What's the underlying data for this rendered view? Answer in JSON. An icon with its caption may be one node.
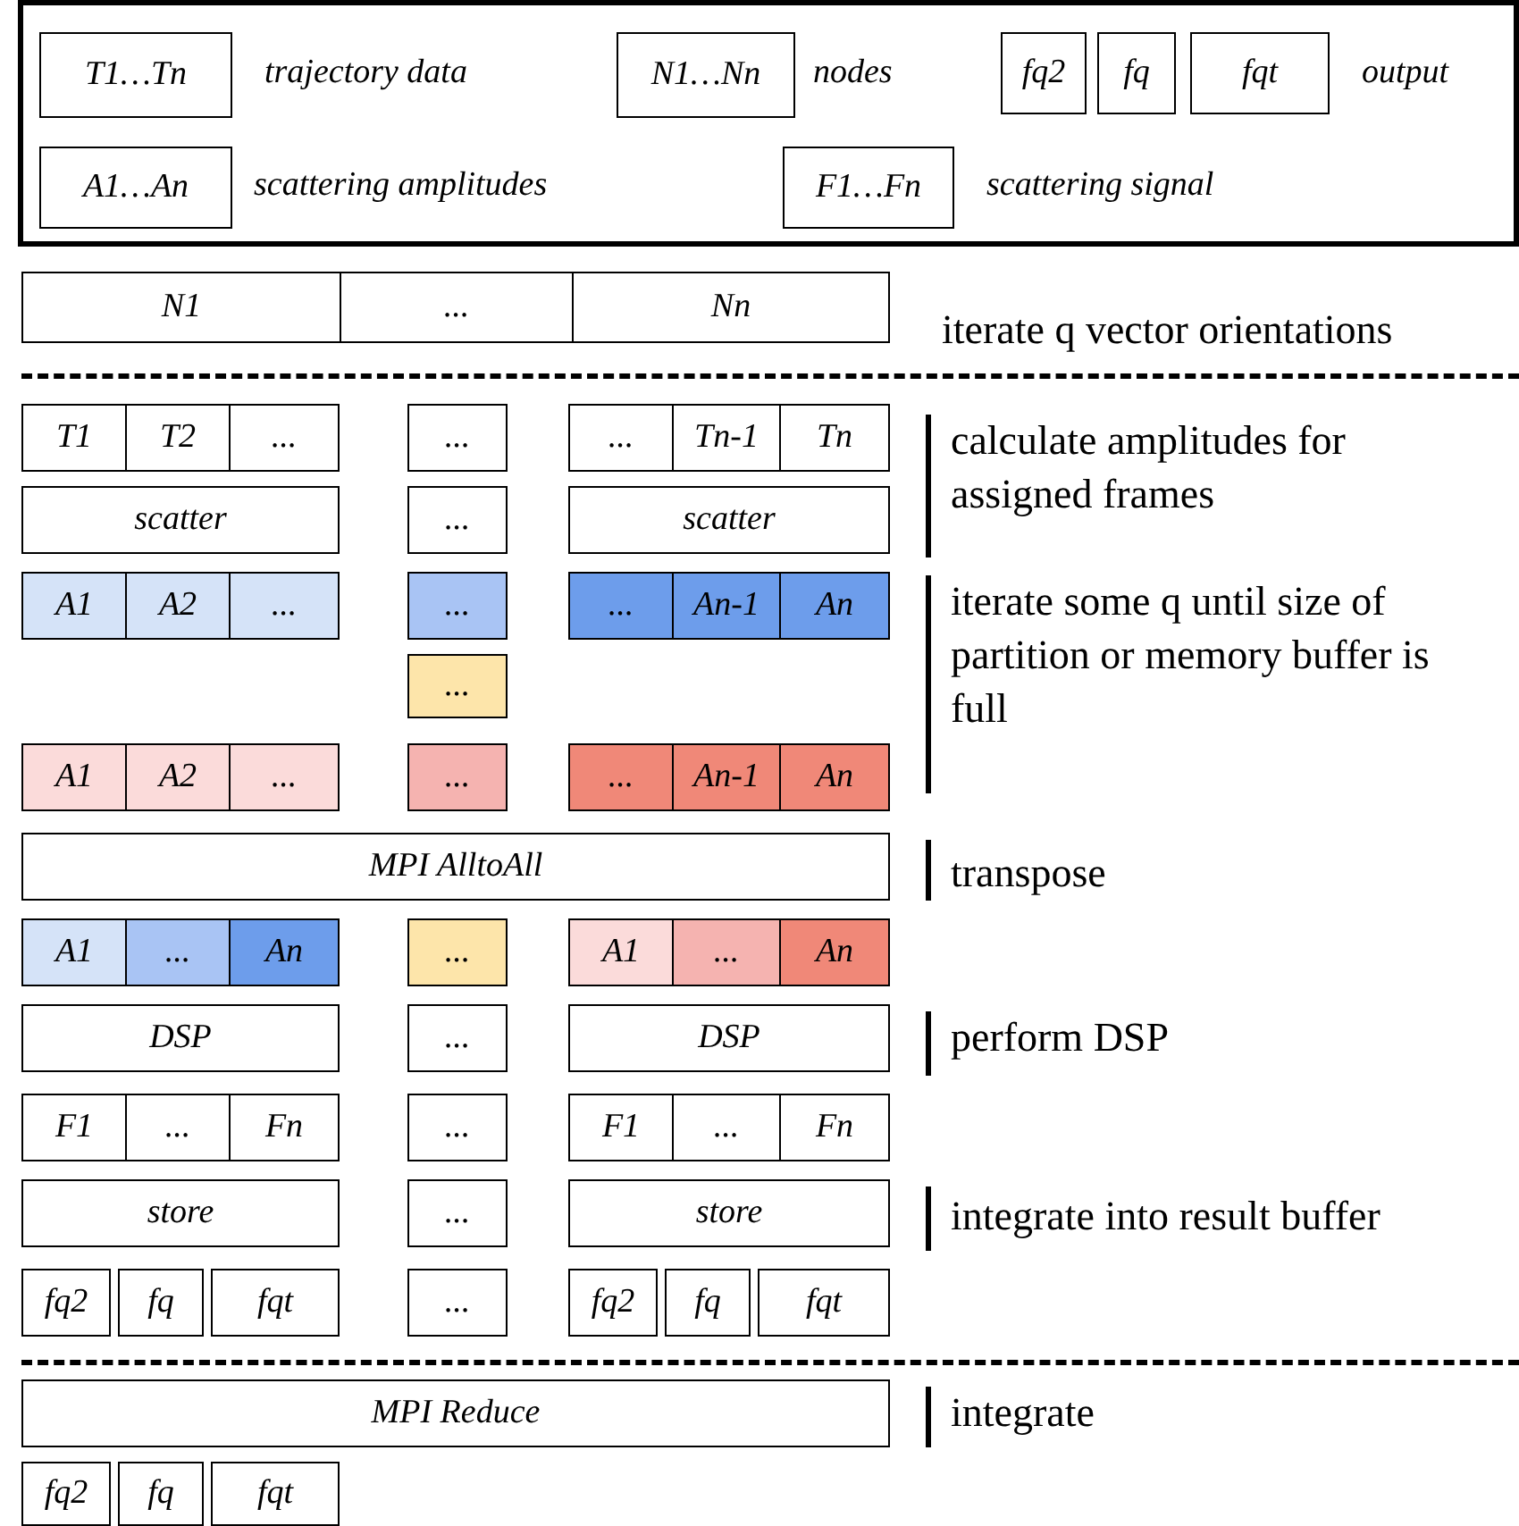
{
  "diagram": {
    "nodes": [
      {
        "text": [],
        "shape": "box"
      },
      {
        "text": [
          "T1…Tn"
        ],
        "in": 0,
        "beside": [
          "trajectory data"
        ]
      },
      {
        "text": [
          "N1…Nn"
        ],
        "in": 0,
        "beside": [
          "nodes"
        ]
      },
      {
        "text": [
          "fq2"
        ],
        "in": 0
      },
      {
        "text": [
          "fq"
        ],
        "in": 0
      },
      {
        "text": [
          "fqt"
        ],
        "in": 0,
        "beside": [
          "output"
        ]
      },
      {
        "text": [
          "A1…An"
        ],
        "in": 0,
        "beside": [
          "scattering amplitudes"
        ]
      },
      {
        "text": [
          "F1…Fn"
        ],
        "in": 0,
        "beside": [
          "scattering signal"
        ]
      },
      {
        "text": [
          "N1"
        ]
      },
      {
        "text": [
          "..."
        ]
      },
      {
        "text": [
          "Nn"
        ]
      },
      {
        "text": [
          "T1"
        ]
      },
      {
        "text": [
          "T2"
        ]
      },
      {
        "text": [
          "..."
        ]
      },
      {
        "text": [
          "..."
        ]
      },
      {
        "text": [
          "..."
        ]
      },
      {
        "text": [
          "Tn-1"
        ]
      },
      {
        "text": [
          "Tn"
        ]
      },
      {
        "text": [
          "scatter"
        ]
      },
      {
        "text": [
          "..."
        ]
      },
      {
        "text": [
          "scatter"
        ]
      },
      {
        "text": [
          "A1"
        ]
      },
      {
        "text": [
          "A2"
        ]
      },
      {
        "text": [
          "..."
        ]
      },
      {
        "text": [
          "..."
        ]
      },
      {
        "text": [
          "..."
        ]
      },
      {
        "text": [
          "An-1"
        ]
      },
      {
        "text": [
          "An"
        ]
      },
      {
        "text": [
          "..."
        ]
      },
      {
        "text": [
          "A1"
        ]
      },
      {
        "text": [
          "A2"
        ]
      },
      {
        "text": [
          "..."
        ]
      },
      {
        "text": [
          "..."
        ]
      },
      {
        "text": [
          "..."
        ]
      },
      {
        "text": [
          "An-1"
        ]
      },
      {
        "text": [
          "An"
        ]
      },
      {
        "text": [
          "MPI AlltoAll"
        ]
      },
      {
        "text": [
          "A1"
        ]
      },
      {
        "text": [
          "..."
        ]
      },
      {
        "text": [
          "An"
        ]
      },
      {
        "text": [
          "..."
        ]
      },
      {
        "text": [
          "A1"
        ]
      },
      {
        "text": [
          "..."
        ]
      },
      {
        "text": [
          "An"
        ]
      },
      {
        "text": [
          "DSP"
        ]
      },
      {
        "text": [
          "..."
        ]
      },
      {
        "text": [
          "DSP"
        ]
      },
      {
        "text": [
          "F1"
        ]
      },
      {
        "text": [
          "..."
        ]
      },
      {
        "text": [
          "Fn"
        ]
      },
      {
        "text": [
          "..."
        ]
      },
      {
        "text": [
          "F1"
        ]
      },
      {
        "text": [
          "..."
        ]
      },
      {
        "text": [
          "Fn"
        ]
      },
      {
        "text": [
          "store"
        ]
      },
      {
        "text": [
          "..."
        ]
      },
      {
        "text": [
          "store"
        ]
      },
      {
        "text": [
          "fq2"
        ]
      },
      {
        "text": [
          "fq"
        ]
      },
      {
        "text": [
          "fqt"
        ]
      },
      {
        "text": [
          "..."
        ]
      },
      {
        "text": [
          "fq2"
        ]
      },
      {
        "text": [
          "fq"
        ]
      },
      {
        "text": [
          "fqt"
        ]
      },
      {
        "text": [
          "MPI Reduce"
        ]
      },
      {
        "text": [
          "fq2"
        ]
      },
      {
        "text": [
          "fq"
        ]
      },
      {
        "text": [
          "fqt"
        ]
      }
    ],
    "labels": [
      "iterate q vector orientations",
      "calculate amplitudes for assigned frames",
      "iterate some q until size of partition or memory buffer is full",
      "transpose",
      "perform DSP",
      "integrate into result buffer",
      "integrate"
    ]
  }
}
